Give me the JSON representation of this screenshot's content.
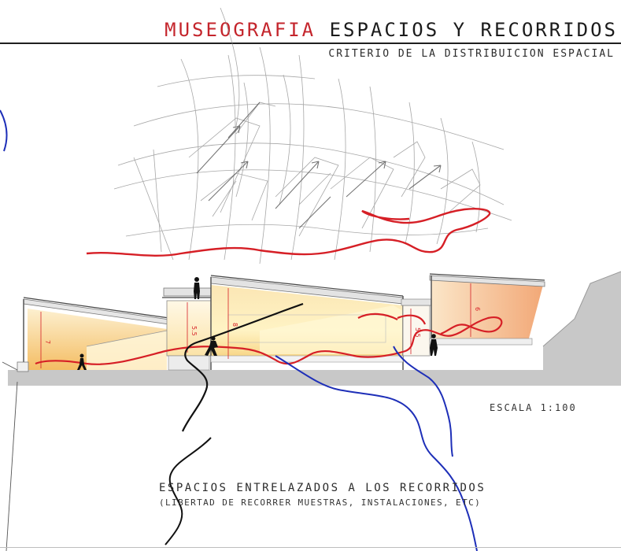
{
  "header": {
    "title_accent": "MUSEOGRAFIA",
    "title_rest": "ESPACIOS Y RECORRIDOS",
    "subtitle": "CRITERIO DE LA DISTRIBUICION ESPACIAL"
  },
  "section": {
    "dimension_labels": [
      "7",
      "5.5",
      "8",
      "5.5",
      "6"
    ]
  },
  "scale": "ESCALA 1:100",
  "caption": {
    "main": "ESPACIOS ENTRELAZADOS A LOS RECORRIDOS",
    "sub": "(LIBERTAD DE RECORRER MUESTRAS, INSTALACIONES, ETC)"
  },
  "colors": {
    "accent_red": "#c4252c",
    "path_red": "#d61f26",
    "path_blue": "#1e2fb8",
    "path_black": "#111111",
    "ground": "#c8c8c8",
    "interior_warm": "#f6c26b",
    "interior_light": "#fff6c8"
  }
}
